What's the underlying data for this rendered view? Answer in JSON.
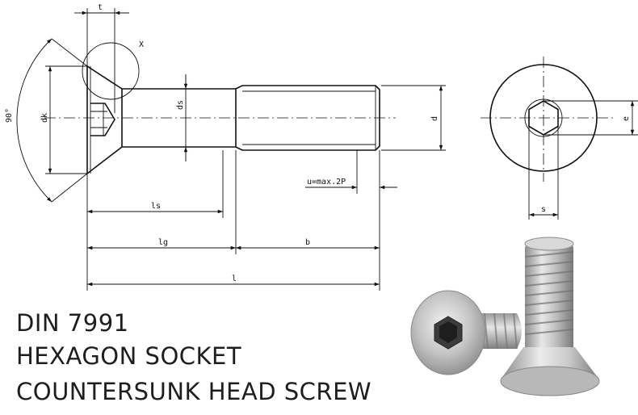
{
  "diagram": {
    "dimension_labels": {
      "t": "t",
      "x": "X",
      "angle": "90°",
      "dk": "dk",
      "ds": "ds",
      "d": "d",
      "e": "e",
      "s": "s",
      "u": "u=max.2P",
      "ls": "ls",
      "lg": "lg",
      "b": "b",
      "l": "l"
    }
  },
  "caption": {
    "line1": "DIN 7991",
    "line2": "HEXAGON SOCKET",
    "line3": "COUNTERSUNK HEAD SCREW"
  }
}
